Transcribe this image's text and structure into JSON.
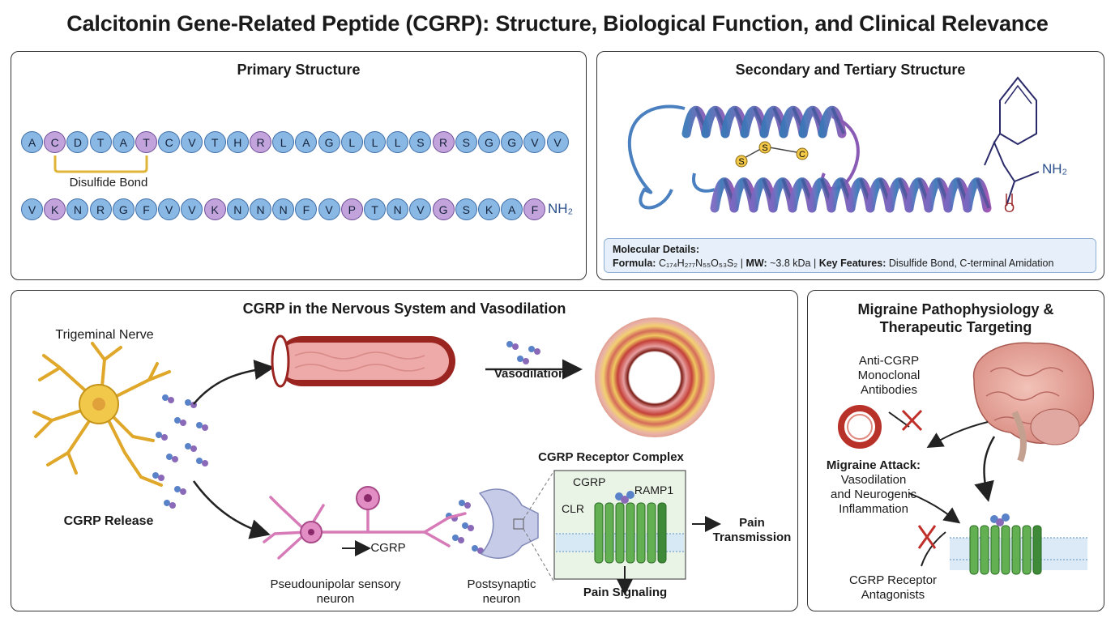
{
  "title": "Calcitonin Gene-Related Peptide (CGRP): Structure, Biological Function, and Clinical Relevance",
  "primary": {
    "title": "Primary Structure",
    "row1": [
      {
        "aa": "A",
        "t": "b"
      },
      {
        "aa": "C",
        "t": "p"
      },
      {
        "aa": "D",
        "t": "b"
      },
      {
        "aa": "T",
        "t": "b"
      },
      {
        "aa": "A",
        "t": "b"
      },
      {
        "aa": "T",
        "t": "p"
      },
      {
        "aa": "C",
        "t": "b"
      },
      {
        "aa": "V",
        "t": "b"
      },
      {
        "aa": "T",
        "t": "b"
      },
      {
        "aa": "H",
        "t": "b"
      },
      {
        "aa": "R",
        "t": "p"
      },
      {
        "aa": "L",
        "t": "b"
      },
      {
        "aa": "A",
        "t": "b"
      },
      {
        "aa": "G",
        "t": "b"
      },
      {
        "aa": "L",
        "t": "b"
      },
      {
        "aa": "L",
        "t": "b"
      },
      {
        "aa": "L",
        "t": "b"
      },
      {
        "aa": "S",
        "t": "b"
      },
      {
        "aa": "R",
        "t": "p"
      },
      {
        "aa": "S",
        "t": "b"
      },
      {
        "aa": "G",
        "t": "b"
      },
      {
        "aa": "G",
        "t": "b"
      },
      {
        "aa": "V",
        "t": "b"
      },
      {
        "aa": "V",
        "t": "b"
      }
    ],
    "row2": [
      {
        "aa": "V",
        "t": "b"
      },
      {
        "aa": "K",
        "t": "p"
      },
      {
        "aa": "N",
        "t": "b"
      },
      {
        "aa": "R",
        "t": "b"
      },
      {
        "aa": "G",
        "t": "b"
      },
      {
        "aa": "F",
        "t": "b"
      },
      {
        "aa": "V",
        "t": "b"
      },
      {
        "aa": "V",
        "t": "b"
      },
      {
        "aa": "K",
        "t": "p"
      },
      {
        "aa": "N",
        "t": "b"
      },
      {
        "aa": "N",
        "t": "b"
      },
      {
        "aa": "N",
        "t": "b"
      },
      {
        "aa": "F",
        "t": "b"
      },
      {
        "aa": "V",
        "t": "b"
      },
      {
        "aa": "P",
        "t": "p"
      },
      {
        "aa": "T",
        "t": "b"
      },
      {
        "aa": "N",
        "t": "b"
      },
      {
        "aa": "V",
        "t": "b"
      },
      {
        "aa": "G",
        "t": "p"
      },
      {
        "aa": "S",
        "t": "b"
      },
      {
        "aa": "K",
        "t": "b"
      },
      {
        "aa": "A",
        "t": "b"
      },
      {
        "aa": "F",
        "t": "p"
      }
    ],
    "disulfide_label": "Disulfide Bond",
    "c_terminus": "NH₂"
  },
  "secondary": {
    "title": "Secondary and Tertiary Structure",
    "s_labels": [
      "S",
      "S",
      "C"
    ],
    "nh2": "NH₂",
    "o": "O",
    "details_heading": "Molecular Details:",
    "formula_label": "Formula:",
    "formula_value": "C₁₇₄H₂₇₇N₅₅O₅₃S₂",
    "mw_label": "MW:",
    "mw_value": "~3.8 kDa",
    "features_label": "Key Features:",
    "features_value": "Disulfide Bond, C-terminal Amidation",
    "sep": "|"
  },
  "nervous": {
    "title": "CGRP in the Nervous System and Vasodilation",
    "trigeminal": "Trigeminal Nerve",
    "release": "CGRP Release",
    "vasodilation": "Vasodilation",
    "receptor_complex": "CGRP Receptor Complex",
    "cgrp": "CGRP",
    "ramp1": "RAMP1",
    "clr": "CLR",
    "pain_transmission_1": "Pain",
    "pain_transmission_2": "Transmission",
    "pain_signaling": "Pain Signaling",
    "cgrp_arrow": "CGRP",
    "pseudo_1": "Pseudounipolar sensory",
    "pseudo_2": "neuron",
    "post_1": "Postsynaptic",
    "post_2": "neuron"
  },
  "migraine": {
    "title_1": "Migraine Pathophysiology &",
    "title_2": "Therapeutic Targeting",
    "anti_1": "Anti-CGRP",
    "anti_2": "Monoclonal",
    "anti_3": "Antibodies",
    "attack_1": "Migraine Attack:",
    "attack_2": "Vasodilation",
    "attack_3": "and Neurogenic",
    "attack_4": "Inflammation",
    "antag_1": "CGRP Receptor",
    "antag_2": "Antagonists"
  },
  "colors": {
    "blue_residue": "#8ab8e4",
    "purple_residue": "#c3a3db",
    "helix_blue": "#3a78b8",
    "helix_purple": "#8a5bb5",
    "vessel_red": "#b8322a",
    "neuron_yellow": "#f2c84b",
    "neuron_pink": "#d77bb8",
    "receptor_green": "#5aa64a",
    "inhibit_red": "#c0302a"
  }
}
